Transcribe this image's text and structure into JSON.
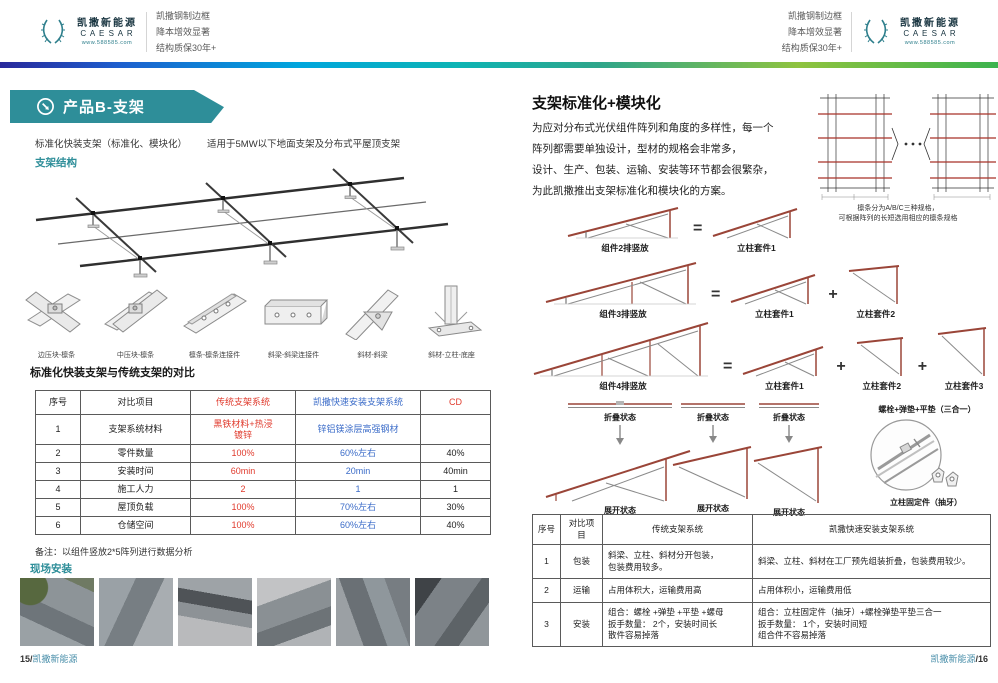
{
  "header": {
    "brand_name": "凯撒新能源",
    "brand_latin": "C A E S A R",
    "brand_url": "www.588585.com",
    "tagline_1": "凯撒钢制边框",
    "tagline_2": "降本增效显著",
    "tagline_3": "结构质保30年+"
  },
  "left_page": {
    "banner_title": "产品B-支架",
    "subtitle_main": "标准化快装支架（标准化、模块化）",
    "subtitle_scope": "适用于5MW以下地面支架及分布式平屋顶支架",
    "section_structure": "支架结构",
    "components": [
      "边压块-檩条",
      "中压块-檩条",
      "檩条-檩条连接件",
      "斜梁-斜梁连接件",
      "斜材-斜梁",
      "斜材-立柱-底座"
    ],
    "compare_title": "标准化快装支架与传统支架的对比",
    "table": {
      "headers": [
        "序号",
        "对比项目",
        "传统支架系统",
        "凯撒快速安装支架系统",
        "CD"
      ],
      "rows": [
        [
          "1",
          "支架系统材料",
          [
            "黑铁材料+热浸",
            "镀锌"
          ],
          "锌铝镁涂层高强钢材",
          ""
        ],
        [
          "2",
          "零件数量",
          "100%",
          "60%左右",
          "40%"
        ],
        [
          "3",
          "安装时间",
          "60min",
          "20min",
          "40min"
        ],
        [
          "4",
          "施工人力",
          "2",
          "1",
          "1"
        ],
        [
          "5",
          "屋顶负载",
          "100%",
          "70%左右",
          "30%"
        ],
        [
          "6",
          "仓储空间",
          "100%",
          "60%左右",
          "40%"
        ]
      ]
    },
    "note": "备注：以组件竖放2*5阵列进行数据分析",
    "section_install": "现场安装",
    "footer_page": "15/",
    "footer_name": "凯撒新能源"
  },
  "right_page": {
    "title": "支架标准化+模块化",
    "par_1": "为应对分布式光伏组件阵列和角度的多样性，每一个",
    "par_2": "阵列都需要单独设计，型材的规格会非常多，",
    "par_3": "设计、生产、包装、运输、安装等环节都会很繁杂，",
    "par_4": "为此凯撒推出支架标准化和模块化的方案。",
    "purlin_note_1": "檩条分为A/B/C三种规格，",
    "purlin_note_2": "可根据阵列的长短选用相应的檩条规格",
    "op_eq": "=",
    "op_plus": "+",
    "equations": [
      {
        "left": "组件2排竖放",
        "kit1": "立柱套件1"
      },
      {
        "left": "组件3排竖放",
        "kit1": "立柱套件1",
        "kit2": "立柱套件2"
      },
      {
        "left": "组件4排竖放",
        "kit1": "立柱套件1",
        "kit2": "立柱套件2",
        "kit3": "立柱套件3"
      }
    ],
    "fold_folded": "折叠状态",
    "fold_unfolded": "展开状态",
    "bolt_label": "螺栓+弹垫+平垫（三合一）",
    "fixing_label": "立柱固定件（抽牙）",
    "table2": {
      "headers": [
        "序号",
        "对比项目",
        "传统支架系统",
        "凯撒快速安装支架系统"
      ],
      "rows": [
        {
          "no": "1",
          "item": "包装",
          "trad": [
            "斜梁、立柱、斜材分开包装，",
            "包装费用较多。"
          ],
          "kaisa": [
            "斜梁、立柱、斜材在工厂预先组装折叠，包装费用较少。"
          ]
        },
        {
          "no": "2",
          "item": "运输",
          "trad": [
            "占用体积大，运输费用高"
          ],
          "kaisa": [
            "占用体积小，运输费用低"
          ]
        },
        {
          "no": "3",
          "item": "安装",
          "trad": [
            "组合：螺栓 +弹垫 +平垫 +螺母",
            "扳手数量：  2个，安装时间长",
            "散件容易掉落"
          ],
          "kaisa": [
            "组合：立柱固定件（抽牙）+螺栓弹垫平垫三合一",
            "扳手数量：  1个，安装时间短",
            "组合件不容易掉落"
          ]
        }
      ]
    },
    "footer_name": "凯撒新能源",
    "footer_page": "/16"
  }
}
